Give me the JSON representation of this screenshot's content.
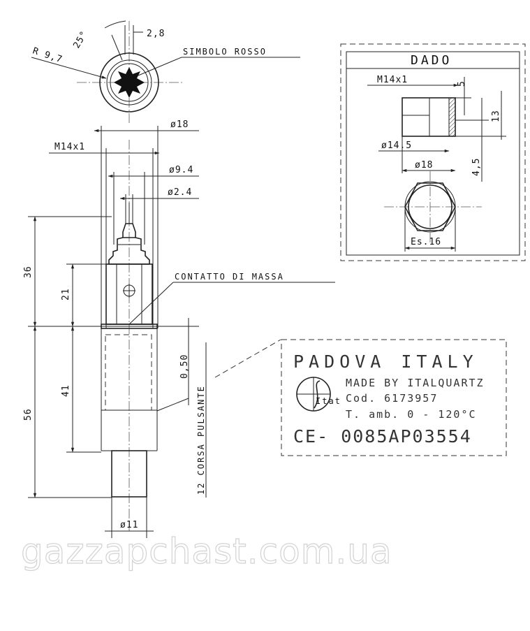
{
  "top_view": {
    "angle": "25°",
    "width": "2,8",
    "radius": "R 9,7",
    "red_symbol": "SIMBOLO ROSSO"
  },
  "body": {
    "dia_18": "ø18",
    "thread": "M14x1",
    "dia_9_4": "ø9.4",
    "dia_2_4": "ø2.4",
    "len_36": "36",
    "len_21": "21",
    "len_41": "41",
    "len_56": "56",
    "len_0_50": "0,50",
    "stroke": "12 CORSA PULSANTE",
    "ground": "CONTATTO DI MASSA",
    "dia_11": "ø11"
  },
  "nut": {
    "title": "DADO",
    "thread": "M14x1",
    "dim_5": "5",
    "dim_13": "13",
    "dim_4_5": "4,5",
    "dia_14_5": "ø14.5",
    "dia_18": "ø18",
    "wrench": "Es.16"
  },
  "plate": {
    "line1": "PADOVA ITALY",
    "line2": "MADE BY ITALQUARTZ",
    "line3": "Cod.  6173957",
    "line4": "T. amb. 0 - 120°C",
    "line5": "CE- 0085AP03554",
    "logo_text": "Itat"
  },
  "watermark": "gazzapchast.com.ua"
}
